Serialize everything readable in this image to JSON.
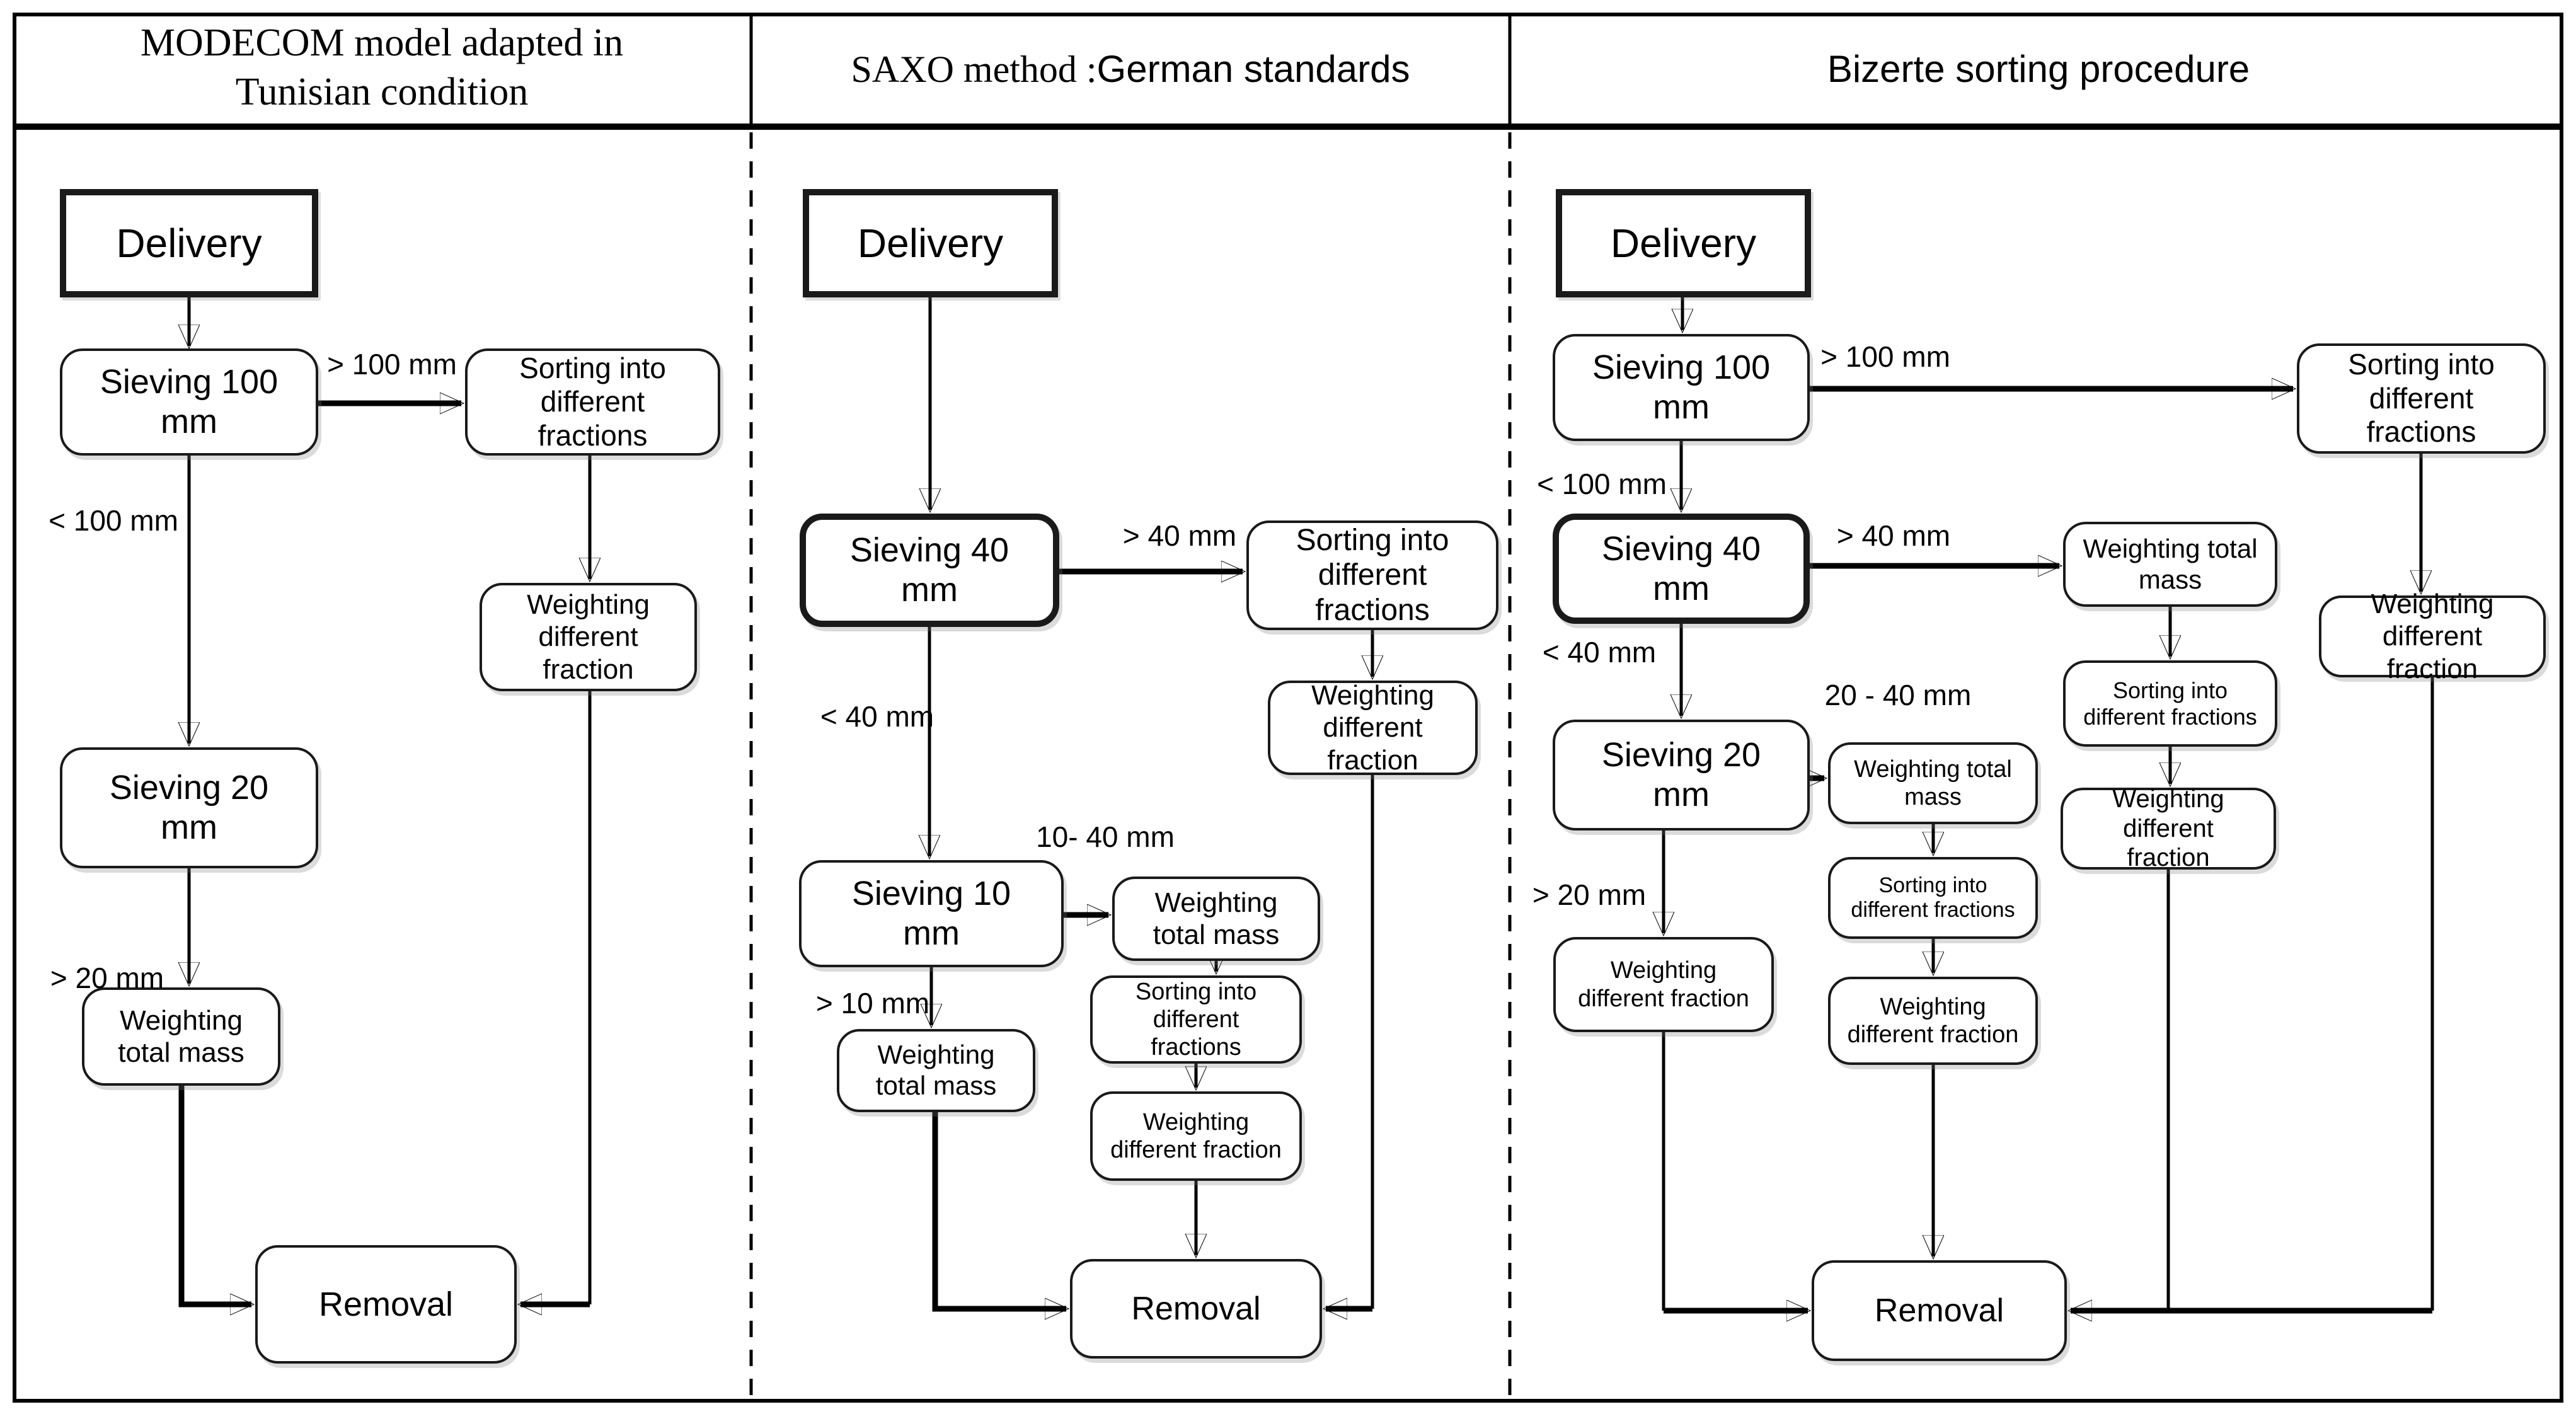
{
  "header": {
    "col1_line1": "MODECOM model adapted in",
    "col1_line2": "Tunisian condition",
    "col2_title_serif": "SAXO method :",
    "col2_title_sans": "German standards",
    "col3_title": "Bizerte sorting procedure"
  },
  "colors": {
    "line": "#000000",
    "box_border": "#1a1a1a",
    "background": "#ffffff"
  },
  "modecom": {
    "delivery": "Delivery",
    "sieving_100": "Sieving 100 mm",
    "label_gt100": "> 100 mm",
    "sorting": "Sorting into different fractions",
    "label_lt100": "< 100 mm",
    "weighting_diff": "Weighting different fraction",
    "sieving_20": "Sieving 20 mm",
    "label_gt20": "> 20 mm",
    "weighting_total": "Weighting total mass",
    "removal": "Removal"
  },
  "saxo": {
    "delivery": "Delivery",
    "sieving_40": "Sieving 40 mm",
    "label_gt40": "> 40 mm",
    "sorting_top": "Sorting into different fractions",
    "weighting_diff_top": "Weighting different fraction",
    "label_lt40": "< 40 mm",
    "label_10_40": "10- 40 mm",
    "sieving_10": "Sieving 10 mm",
    "weighting_total_mid": "Weighting total mass",
    "label_gt10": "> 10 mm",
    "weighting_total_bottom": "Weighting total mass",
    "sorting_small": "Sorting into different fractions",
    "weighting_diff_small": "Weighting different fraction",
    "removal": "Removal"
  },
  "bizerte": {
    "delivery": "Delivery",
    "sieving_100": "Sieving 100 mm",
    "label_gt100": "> 100 mm",
    "sorting_right": "Sorting into different fractions",
    "label_lt100": "< 100 mm",
    "sieving_40": "Sieving 40 mm",
    "label_gt40": "> 40 mm",
    "weighting_total_40": "Weighting total mass",
    "sorting_40": "Sorting into different fractions",
    "weighting_diff_40": "Weighting different fraction",
    "weighting_diff_right": "Weighting different fraction",
    "label_lt40": "< 40 mm",
    "label_20_40": "20 - 40 mm",
    "sieving_20": "Sieving 20 mm",
    "weighting_total_20": "Weighting total mass",
    "sorting_20": "Sorting into different fractions",
    "weighting_diff_20": "Weighting different fraction",
    "label_gt20": "> 20 mm",
    "weighting_diff_left": "Weighting different fraction",
    "removal": "Removal"
  }
}
